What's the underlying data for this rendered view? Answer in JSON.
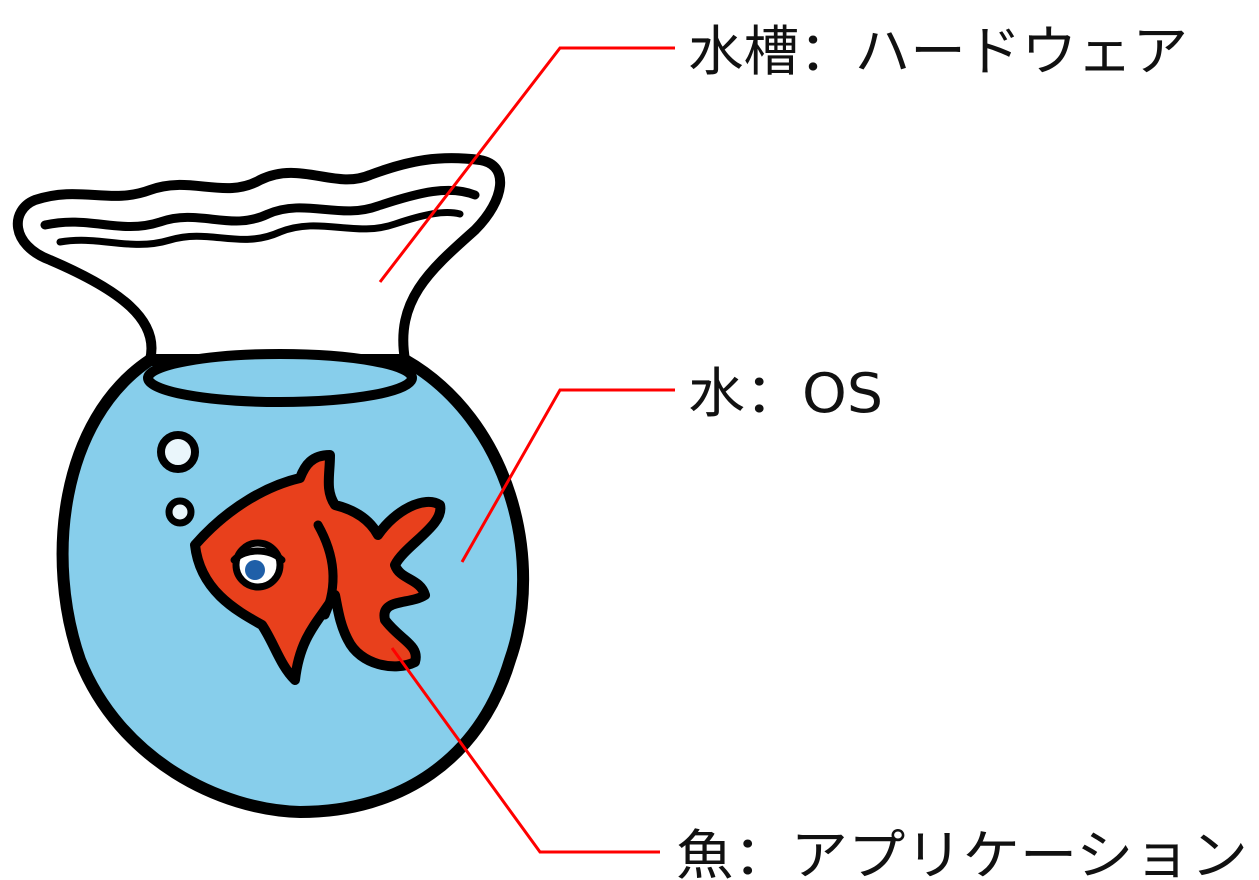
{
  "labels": {
    "hardware": "水槽：ハードウェア",
    "os": "水：OS",
    "application": "魚：アプリケーション"
  },
  "colors": {
    "leader_line": "#ff0000",
    "water": "#87ceeb",
    "fish": "#e8401c",
    "outline": "#000000",
    "eye": "#1f5fa8"
  },
  "icons": {
    "bowl": "fishbowl-icon",
    "fish": "goldfish-icon",
    "bubbles": "bubble-icon"
  }
}
